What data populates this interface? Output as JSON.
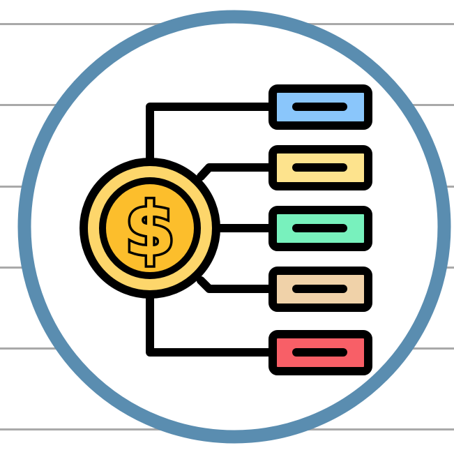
{
  "icon": {
    "name": "budget-allocation-icon",
    "symbol": "$",
    "ring_color": "#5a8db0",
    "disc_fill": "#ffffff",
    "coin_outer": "#fdd66b",
    "coin_inner": "#fcbe2c",
    "outline": "#000000",
    "line_color": "#a9a9a9"
  },
  "bars": [
    {
      "name": "blue-bar",
      "color": "#8ac6fb"
    },
    {
      "name": "yellow-bar",
      "color": "#fde38d"
    },
    {
      "name": "green-bar",
      "color": "#78f1bd"
    },
    {
      "name": "tan-bar",
      "color": "#f0d2a9"
    },
    {
      "name": "red-bar",
      "color": "#f85f67"
    }
  ]
}
